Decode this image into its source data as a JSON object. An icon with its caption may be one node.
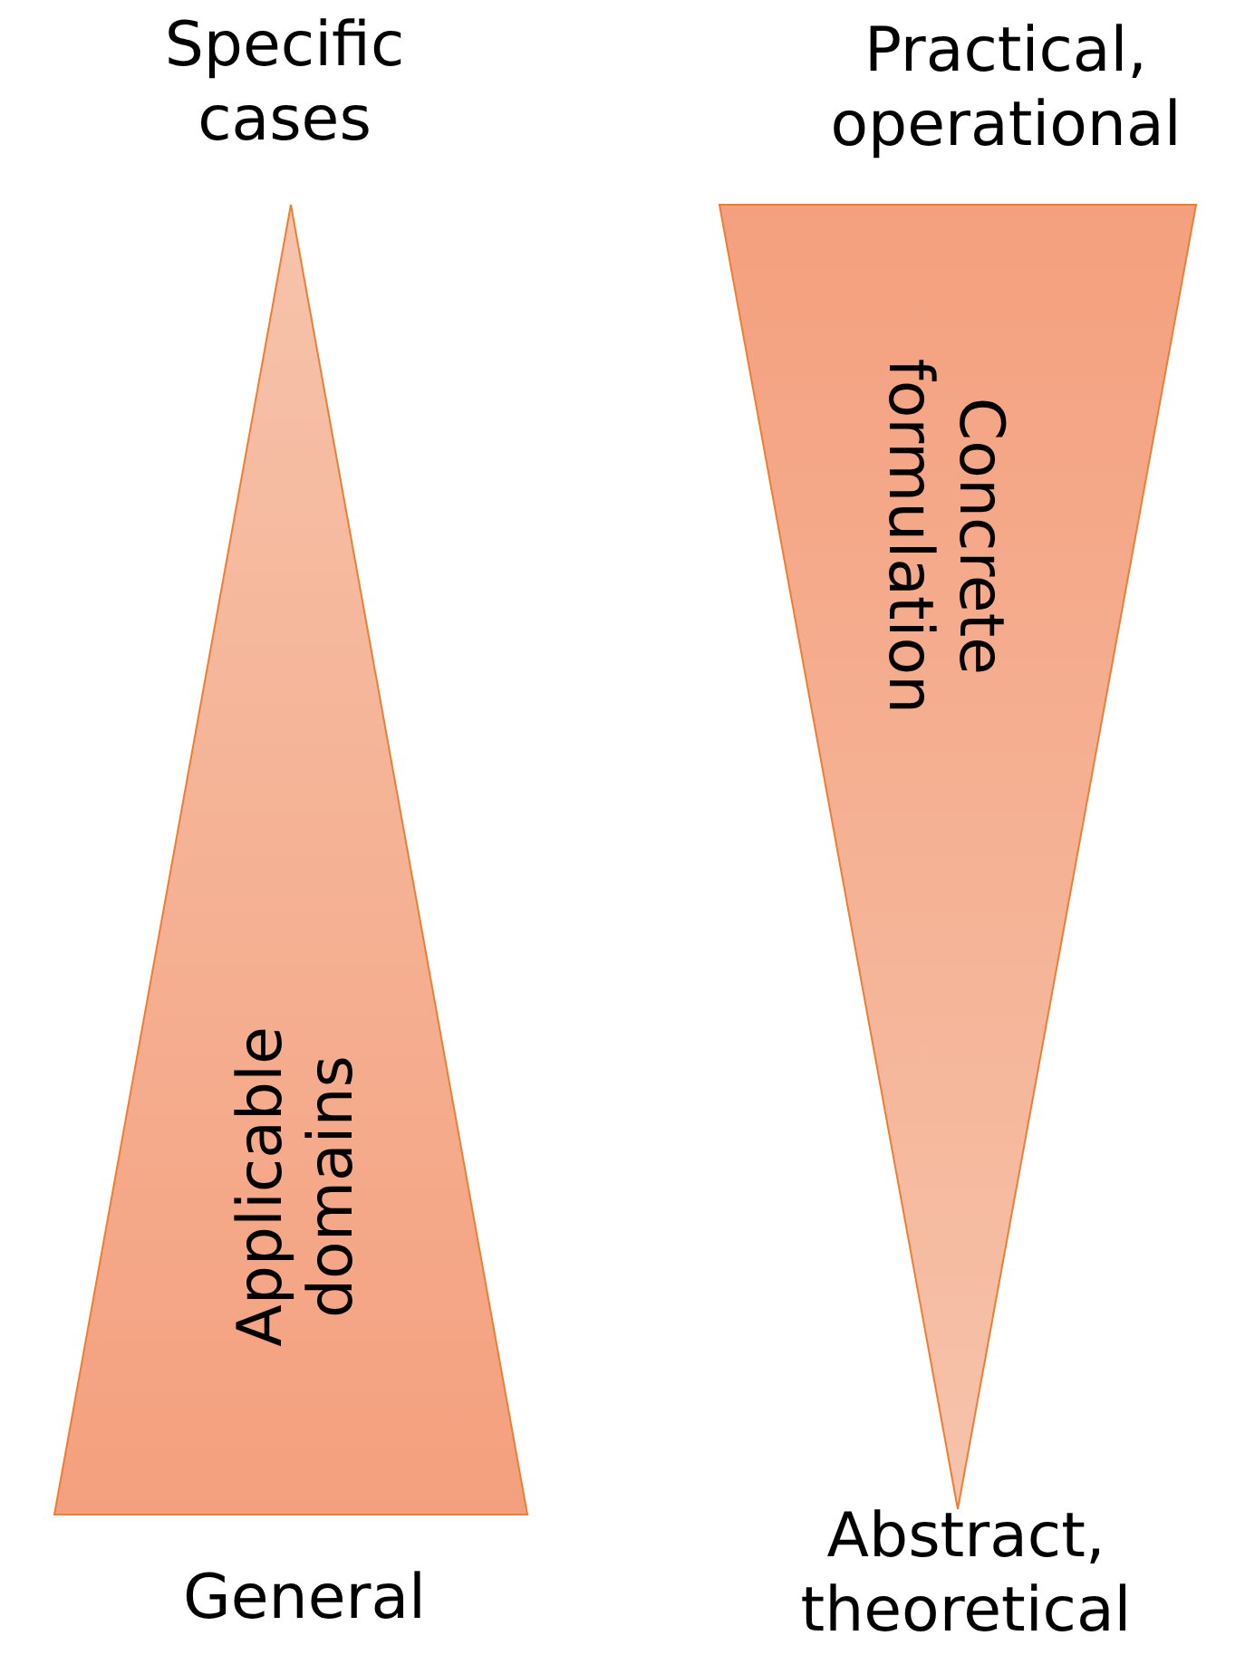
{
  "diagram": {
    "nodes": [
      {
        "text": [
          "Applicable domains"
        ],
        "beside": [
          "Specific cases",
          "General"
        ]
      },
      {
        "text": [
          "Concrete formulation"
        ],
        "beside": [
          "Practical, operational",
          "Abstract, theoretical"
        ]
      }
    ]
  }
}
